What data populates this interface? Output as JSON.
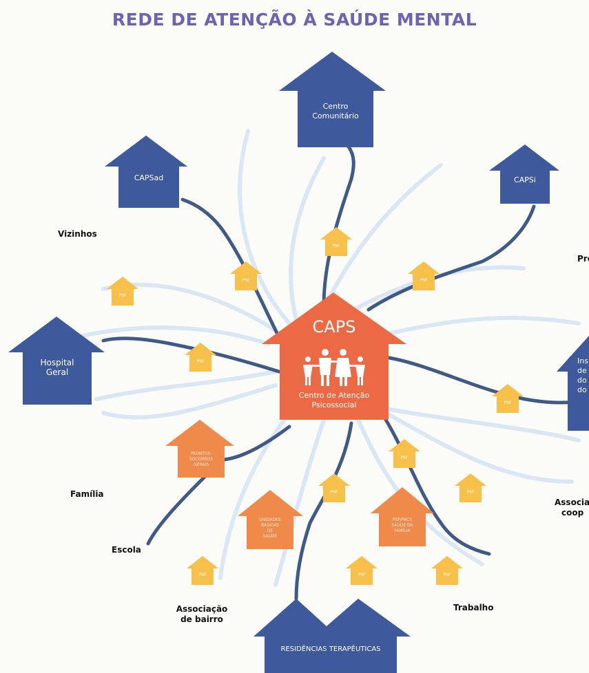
{
  "title": "REDE DE ATENÇÃO À SAÚDE MENTAL",
  "center": {
    "abbr": "CAPS",
    "line1": "Centro de Atenção",
    "line2": "Psicossocial"
  },
  "blue_houses": {
    "centro_line1": "Centro",
    "centro_line2": "Comunitário",
    "capsad": "CAPSad",
    "capsi": "CAPSi",
    "hospital_line1": "Hospital",
    "hospital_line2": "Geral",
    "inst_lines": [
      "Ins",
      "de",
      "do",
      "do"
    ],
    "residencias": "RESIDÊNCIAS TERAPÊUTICAS"
  },
  "orange_houses": {
    "prontos_lines": [
      "PRONTOS-",
      "SOCORROS",
      "GERAIS"
    ],
    "unidades_lines": [
      "UNIDADES",
      "BÁSICAS",
      "DE",
      "SAÚDE"
    ],
    "psf_pacs_lines": [
      "PSF/PACS",
      "SAÚDE DA",
      "FAMÍLIA"
    ]
  },
  "psf_label": "PSF",
  "labels": {
    "vizinhos": "Vizinhos",
    "pro": "Pro",
    "familia": "Família",
    "escola": "Escola",
    "associacao_bairro_1": "Associação",
    "associacao_bairro_2": "de bairro",
    "trabalho": "Trabalho",
    "associa_1": "Associa",
    "associa_2": "coop"
  },
  "colors": {
    "title": "#6b63b4",
    "blue_house": "#3e5a9c",
    "orange_house": "#ef8a4b",
    "caps_house": "#eb6a45",
    "psf_house": "#f7c04a",
    "connector": "#3f5a86",
    "swirl": "#d6e4f4"
  }
}
